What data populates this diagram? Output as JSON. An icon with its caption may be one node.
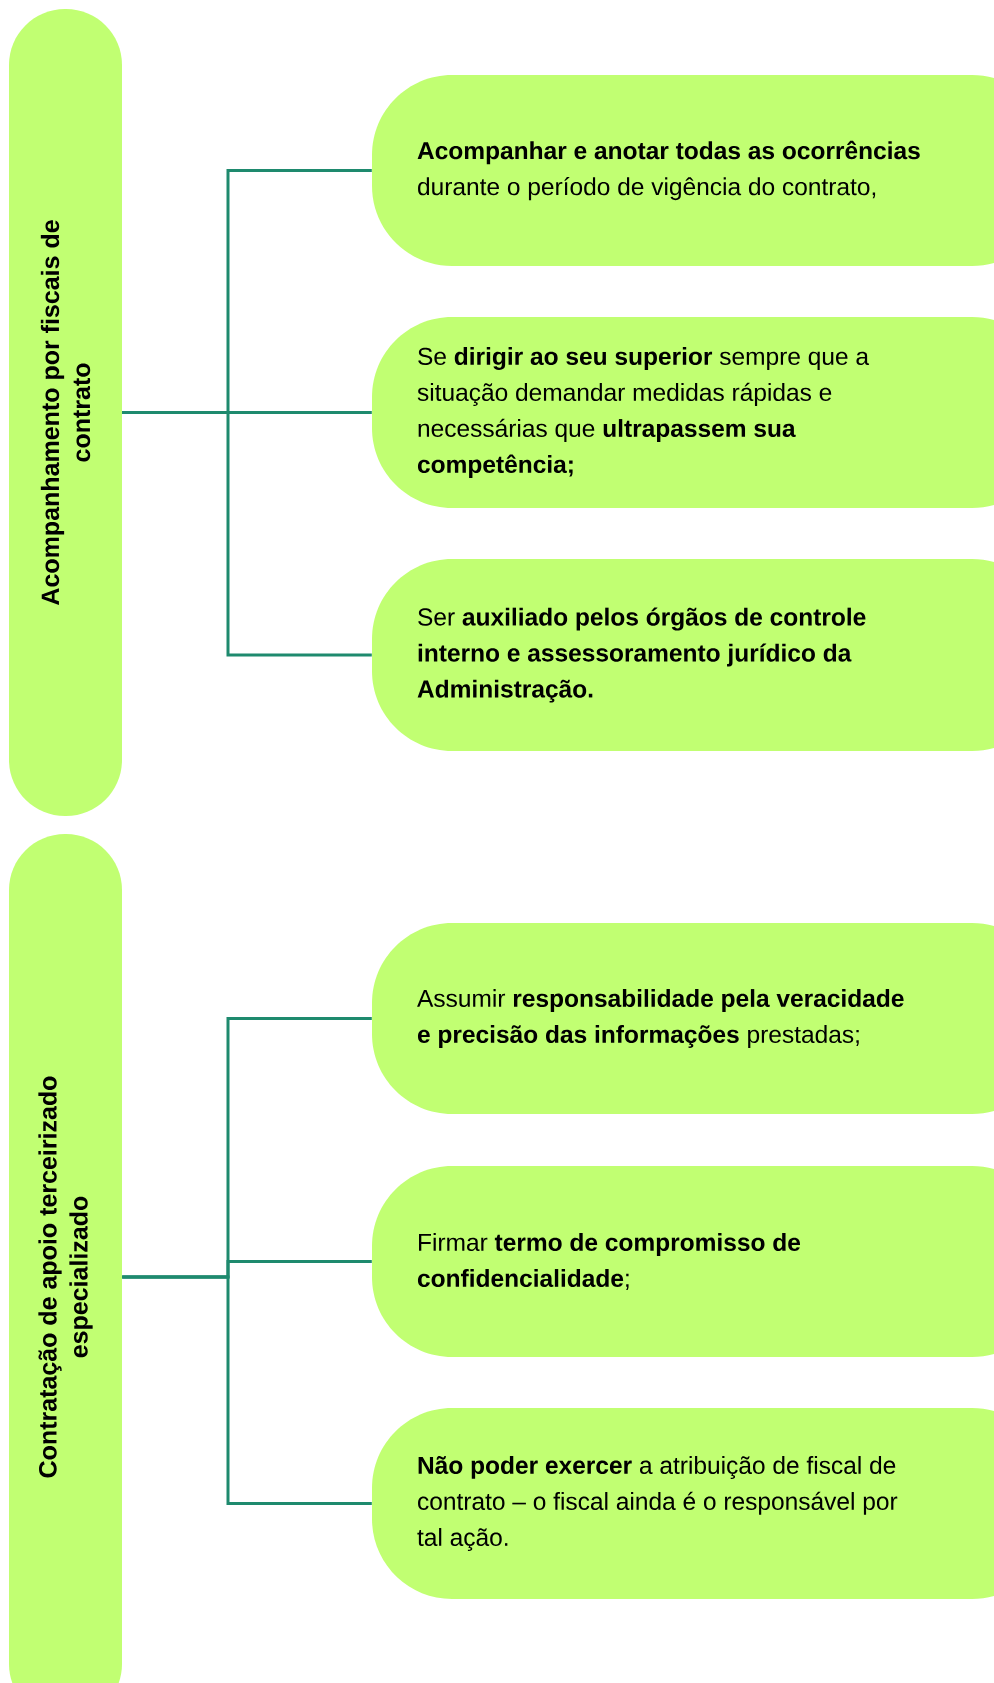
{
  "diagram": {
    "nodes": [
      {
        "text": [
          "Acompanhamento por fiscais de contrato"
        ]
      },
      {
        "text": [
          "**Acompanhar e anotar todas as ocorrências** durante o período de vigência do contrato,"
        ]
      },
      {
        "text": [
          "Se **dirigir ao seu superior** sempre que a situação demandar medidas rápidas e necessárias que **ultrapassem sua competência;**"
        ]
      },
      {
        "text": [
          "Ser **auxiliado pelos órgãos de controle interno e assessoramento jurídico da Administração.**"
        ]
      },
      {
        "text": [
          "Contratação de apoio terceirizado especializado"
        ]
      },
      {
        "text": [
          "Assumir **responsabilidade pela veracidade e precisão das informações** prestadas;"
        ]
      },
      {
        "text": [
          "Firmar **termo de compromisso de confidencialidade**;"
        ]
      },
      {
        "text": [
          "**Não poder exercer** a atribuição de fiscal de contrato – o fiscal ainda é o responsável por tal ação."
        ]
      }
    ],
    "edges": [
      {
        "from": 0,
        "to": 1,
        "arrow": "none"
      },
      {
        "from": 0,
        "to": 2,
        "arrow": "none"
      },
      {
        "from": 0,
        "to": 3,
        "arrow": "none"
      },
      {
        "from": 4,
        "to": 5,
        "arrow": "none"
      },
      {
        "from": 4,
        "to": 6,
        "arrow": "none"
      },
      {
        "from": 4,
        "to": 7,
        "arrow": "none"
      }
    ]
  }
}
